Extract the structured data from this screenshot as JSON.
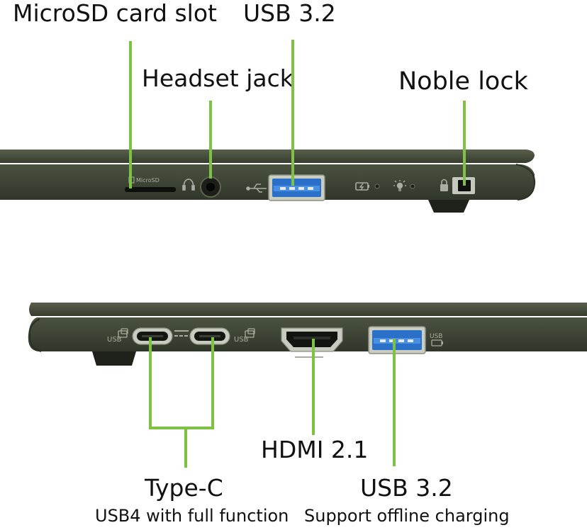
{
  "top_view": {
    "labels": {
      "microsd": "MicroSD card slot",
      "usb_top": "USB 3.2",
      "headset": "Headset jack",
      "noble": "Noble lock"
    },
    "microsd_print": "MicroSD"
  },
  "bottom_view": {
    "labels": {
      "type_c": "Type-C",
      "type_c_sub": "USB4 with full function",
      "hdmi": "HDMI 2.1",
      "usb_bottom": "USB 3.2",
      "usb_bottom_sub": "Support offline charging"
    },
    "usb_print": "USB"
  },
  "colors": {
    "callout": "#7dc242",
    "chassis": "#3d4534",
    "usb_blue": "#2f7fd6"
  }
}
